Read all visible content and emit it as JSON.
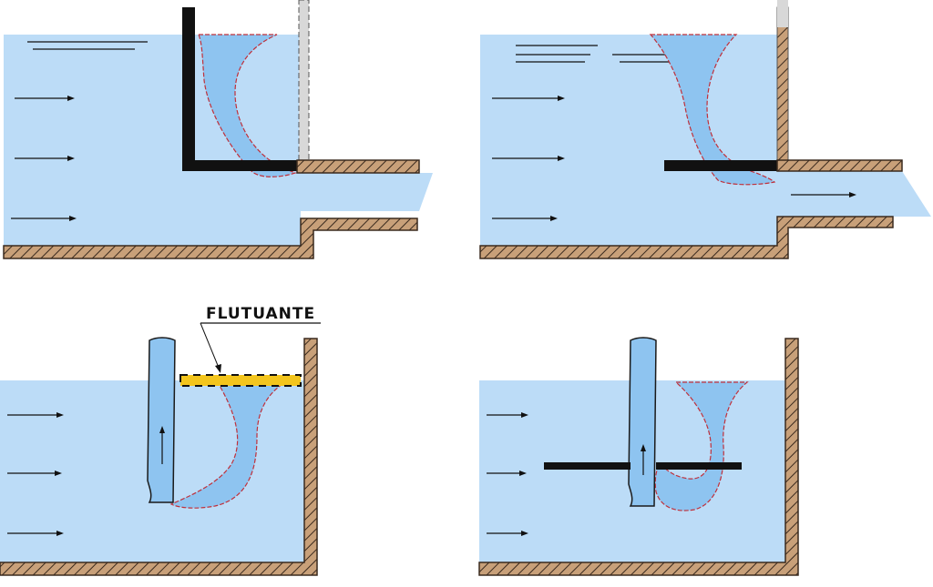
{
  "labels": {
    "floating_element": "FLUTUANTE"
  },
  "colors": {
    "water": "#bcdcf7",
    "vortex": "#8ec4f0",
    "vortex_outline": "#c0303a",
    "wall_fill": "#c8a079",
    "wall_stroke": "#3a2a1e",
    "plate": "#111111",
    "gate": "#d8d8d8",
    "float_fill": "#f3c51d",
    "line": "#111111"
  },
  "panels": [
    {
      "id": "stepped-outlet-vertical-baffle"
    },
    {
      "id": "stepped-outlet-horizontal-plate"
    },
    {
      "id": "tank-pipe-floating-raft"
    },
    {
      "id": "tank-pipe-submerged-plate"
    }
  ]
}
